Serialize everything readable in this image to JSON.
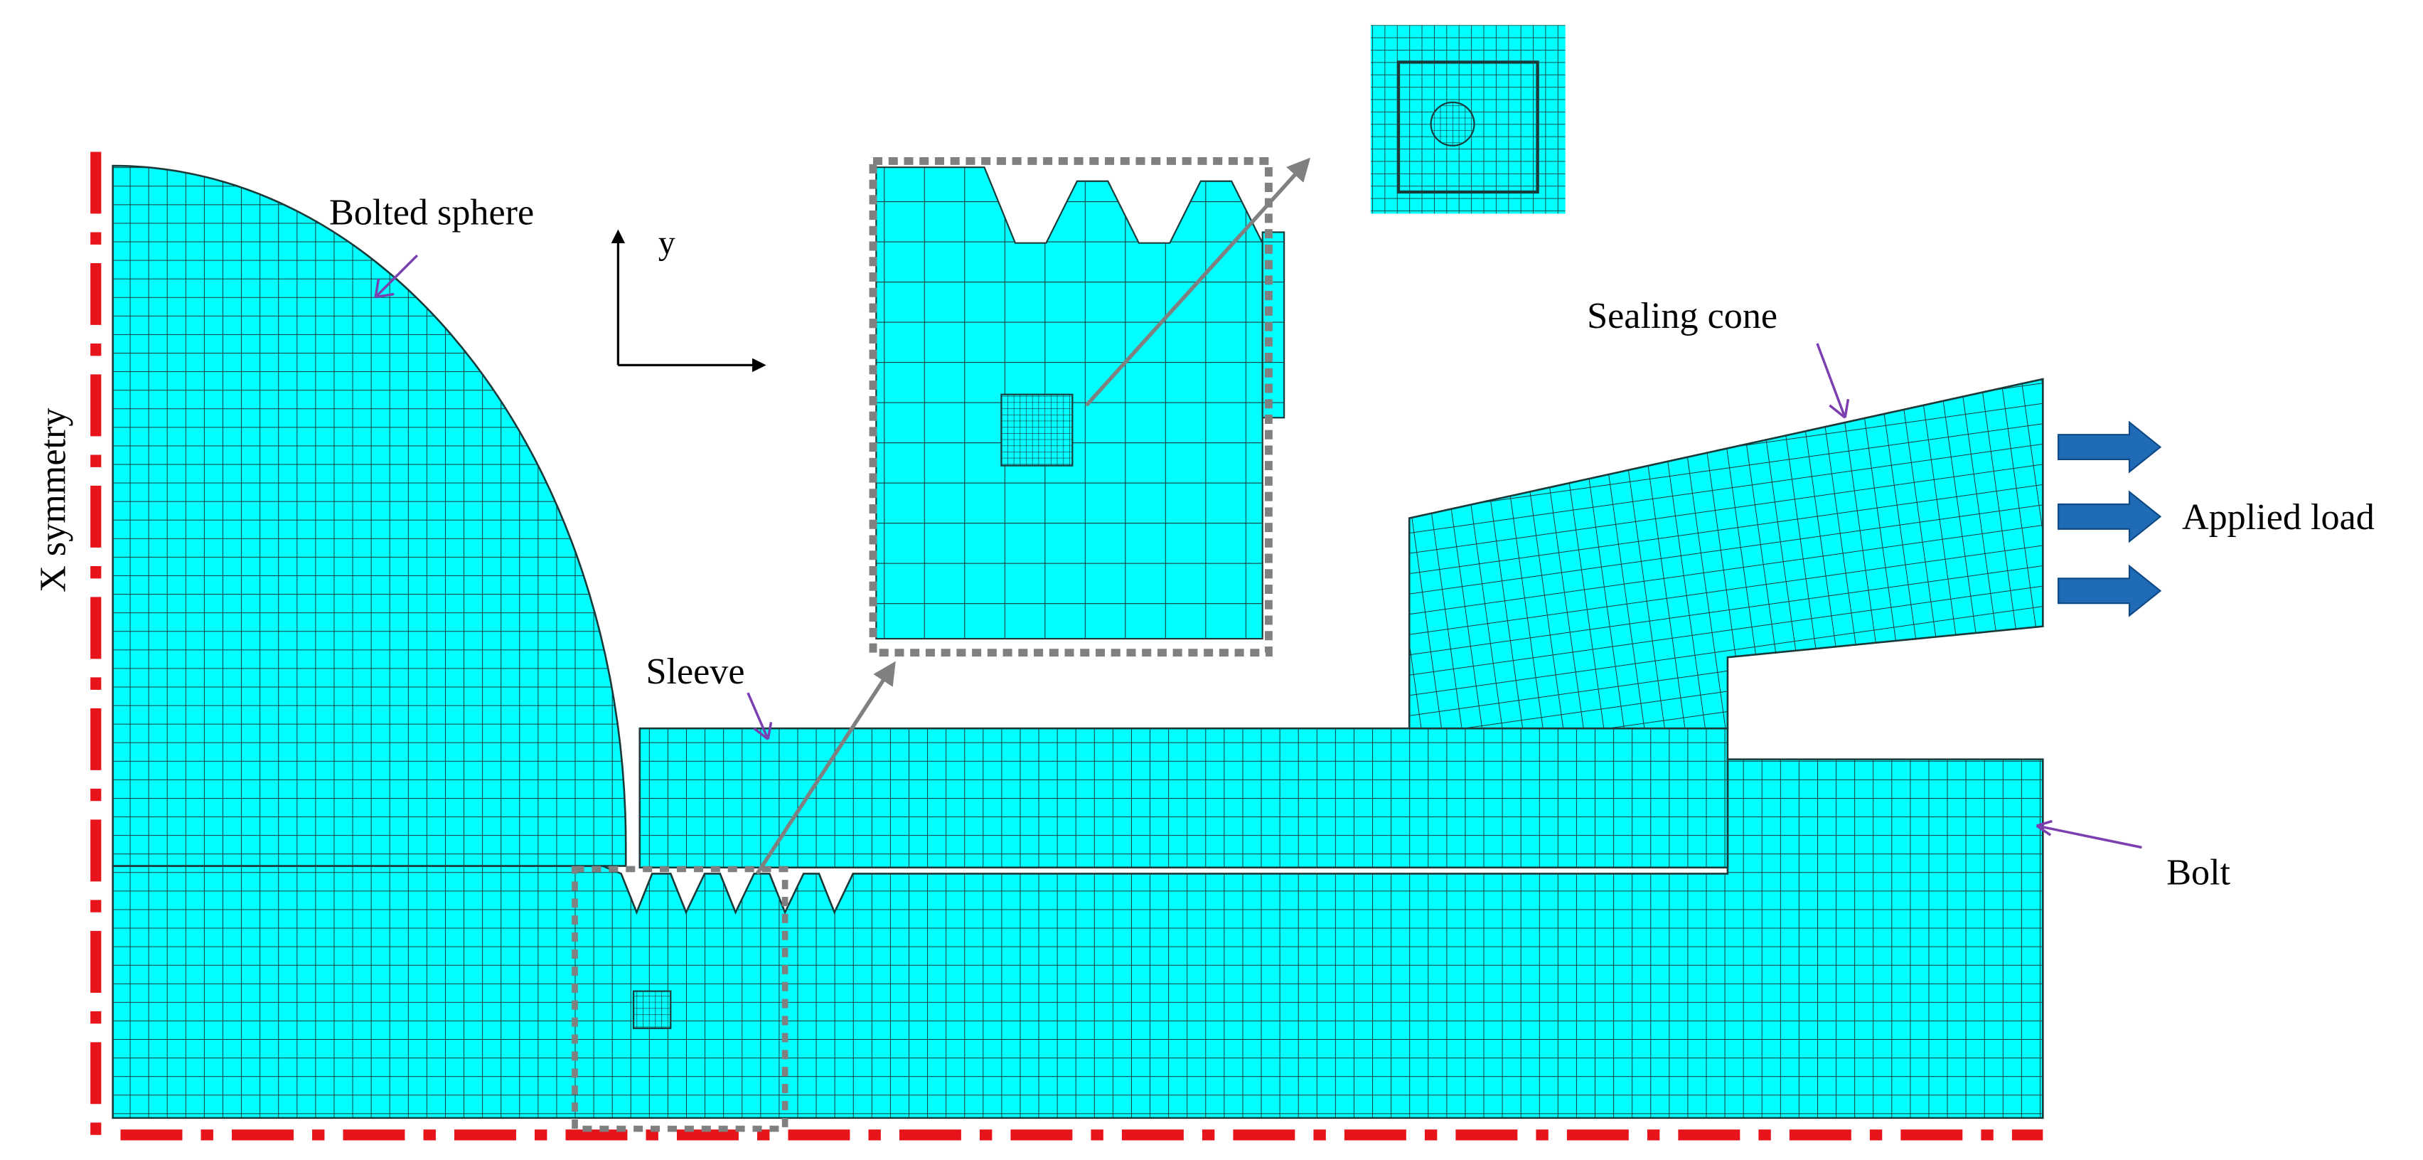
{
  "labels": {
    "bolted_sphere": "Bolted sphere",
    "y_axis": "y",
    "sealing_cone": "Sealing cone",
    "applied_load": "Applied load",
    "x_symmetry": "X symmetry",
    "sleeve": "Sleeve",
    "bolt": "Bolt"
  },
  "colors": {
    "mesh_fill": "#00FFFF",
    "mesh_line": "#1a3a3a",
    "symmetry_line": "#E8141B",
    "pointer_arrow": "#7B3FB0",
    "zoom_frame": "#808080",
    "load_arrow": "#1F6BB5"
  },
  "icons": {
    "load_arrows": "right-arrow-icon",
    "zoom_arrows": "up-right-arrow-icon"
  }
}
